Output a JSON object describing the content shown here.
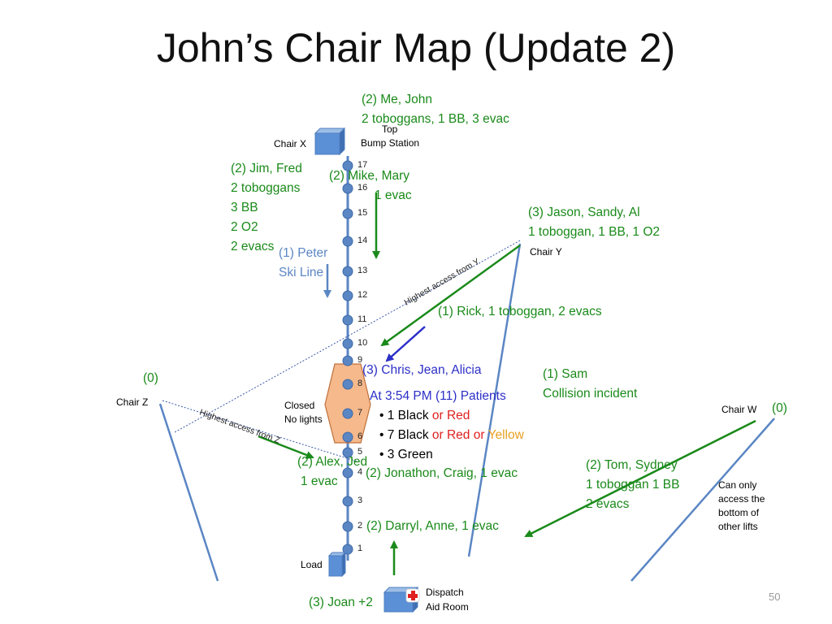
{
  "slide": {
    "title": "John’s Chair Map (Update 2)",
    "page_number": "50"
  },
  "stations": {
    "chair_x": "Chair X",
    "chair_y": "Chair Y",
    "chair_z": "Chair Z",
    "chair_w": "Chair W",
    "top_bump_line1": "Top",
    "top_bump_line2": "Bump Station",
    "load": "Load",
    "dispatch_line1": "Dispatch",
    "dispatch_line2": "Aid Room"
  },
  "towers": [
    "17",
    "16",
    "15",
    "14",
    "13",
    "12",
    "11",
    "10",
    "9",
    "8",
    "7",
    "6",
    "5",
    "4",
    "3",
    "2",
    "1"
  ],
  "closed_zone": {
    "line1": "Closed",
    "line2": "No lights"
  },
  "access_labels": {
    "from_y": "Highest access from Y",
    "from_z": "Highest access from Z"
  },
  "teams": {
    "me_john": {
      "line1": "(2) Me, John",
      "line2": "2 toboggans, 1 BB, 3 evac"
    },
    "jim_fred": {
      "lines": [
        "(2) Jim, Fred",
        "2 toboggans",
        "3 BB",
        "2 O2",
        "2 evacs"
      ]
    },
    "mike_mary": {
      "line1": "(2) Mike, Mary",
      "line2": "1 evac"
    },
    "peter": {
      "line1": "(1) Peter",
      "line2": "Ski Line"
    },
    "jason": {
      "line1": "(3) Jason, Sandy, Al",
      "line2": "1 toboggan, 1 BB, 1 O2"
    },
    "rick": "(1) Rick, 1 toboggan, 2 evacs",
    "chris": "(3) Chris, Jean, Alicia",
    "sam": {
      "line1": "(1)   Sam",
      "line2": "Collision incident"
    },
    "z_zero": "(0)",
    "w_zero": "(0)",
    "alex": {
      "line1": "(2) Alex, Jed",
      "line2": "1 evac"
    },
    "jonathon": "(2) Jonathon, Craig, 1 evac",
    "tom": {
      "lines": [
        "(2) Tom, Sydney",
        "1 toboggan 1 BB",
        "2 evacs"
      ]
    },
    "darryl": "(2) Darryl, Anne, 1 evac",
    "joan": "(3) Joan +2"
  },
  "patients": {
    "header": "At 3:54 PM (11) Patients",
    "item1": {
      "a": "1 Black",
      "b": "or Red"
    },
    "item2": {
      "a": "7 Black",
      "b": "or Red",
      "c": "or",
      "d": "Yellow"
    },
    "item3": "3 Green"
  },
  "note_w": {
    "lines": [
      "Can only",
      "access the",
      "bottom of",
      "other lifts"
    ]
  },
  "colors": {
    "green": "#1a8a1a",
    "blue": "#2c2fc7",
    "light_blue": "#5b86c4",
    "red": "#e02020",
    "yellow": "#e8a020",
    "lift_line": "#5b86c4",
    "closed_fill": "#f5b98c"
  }
}
